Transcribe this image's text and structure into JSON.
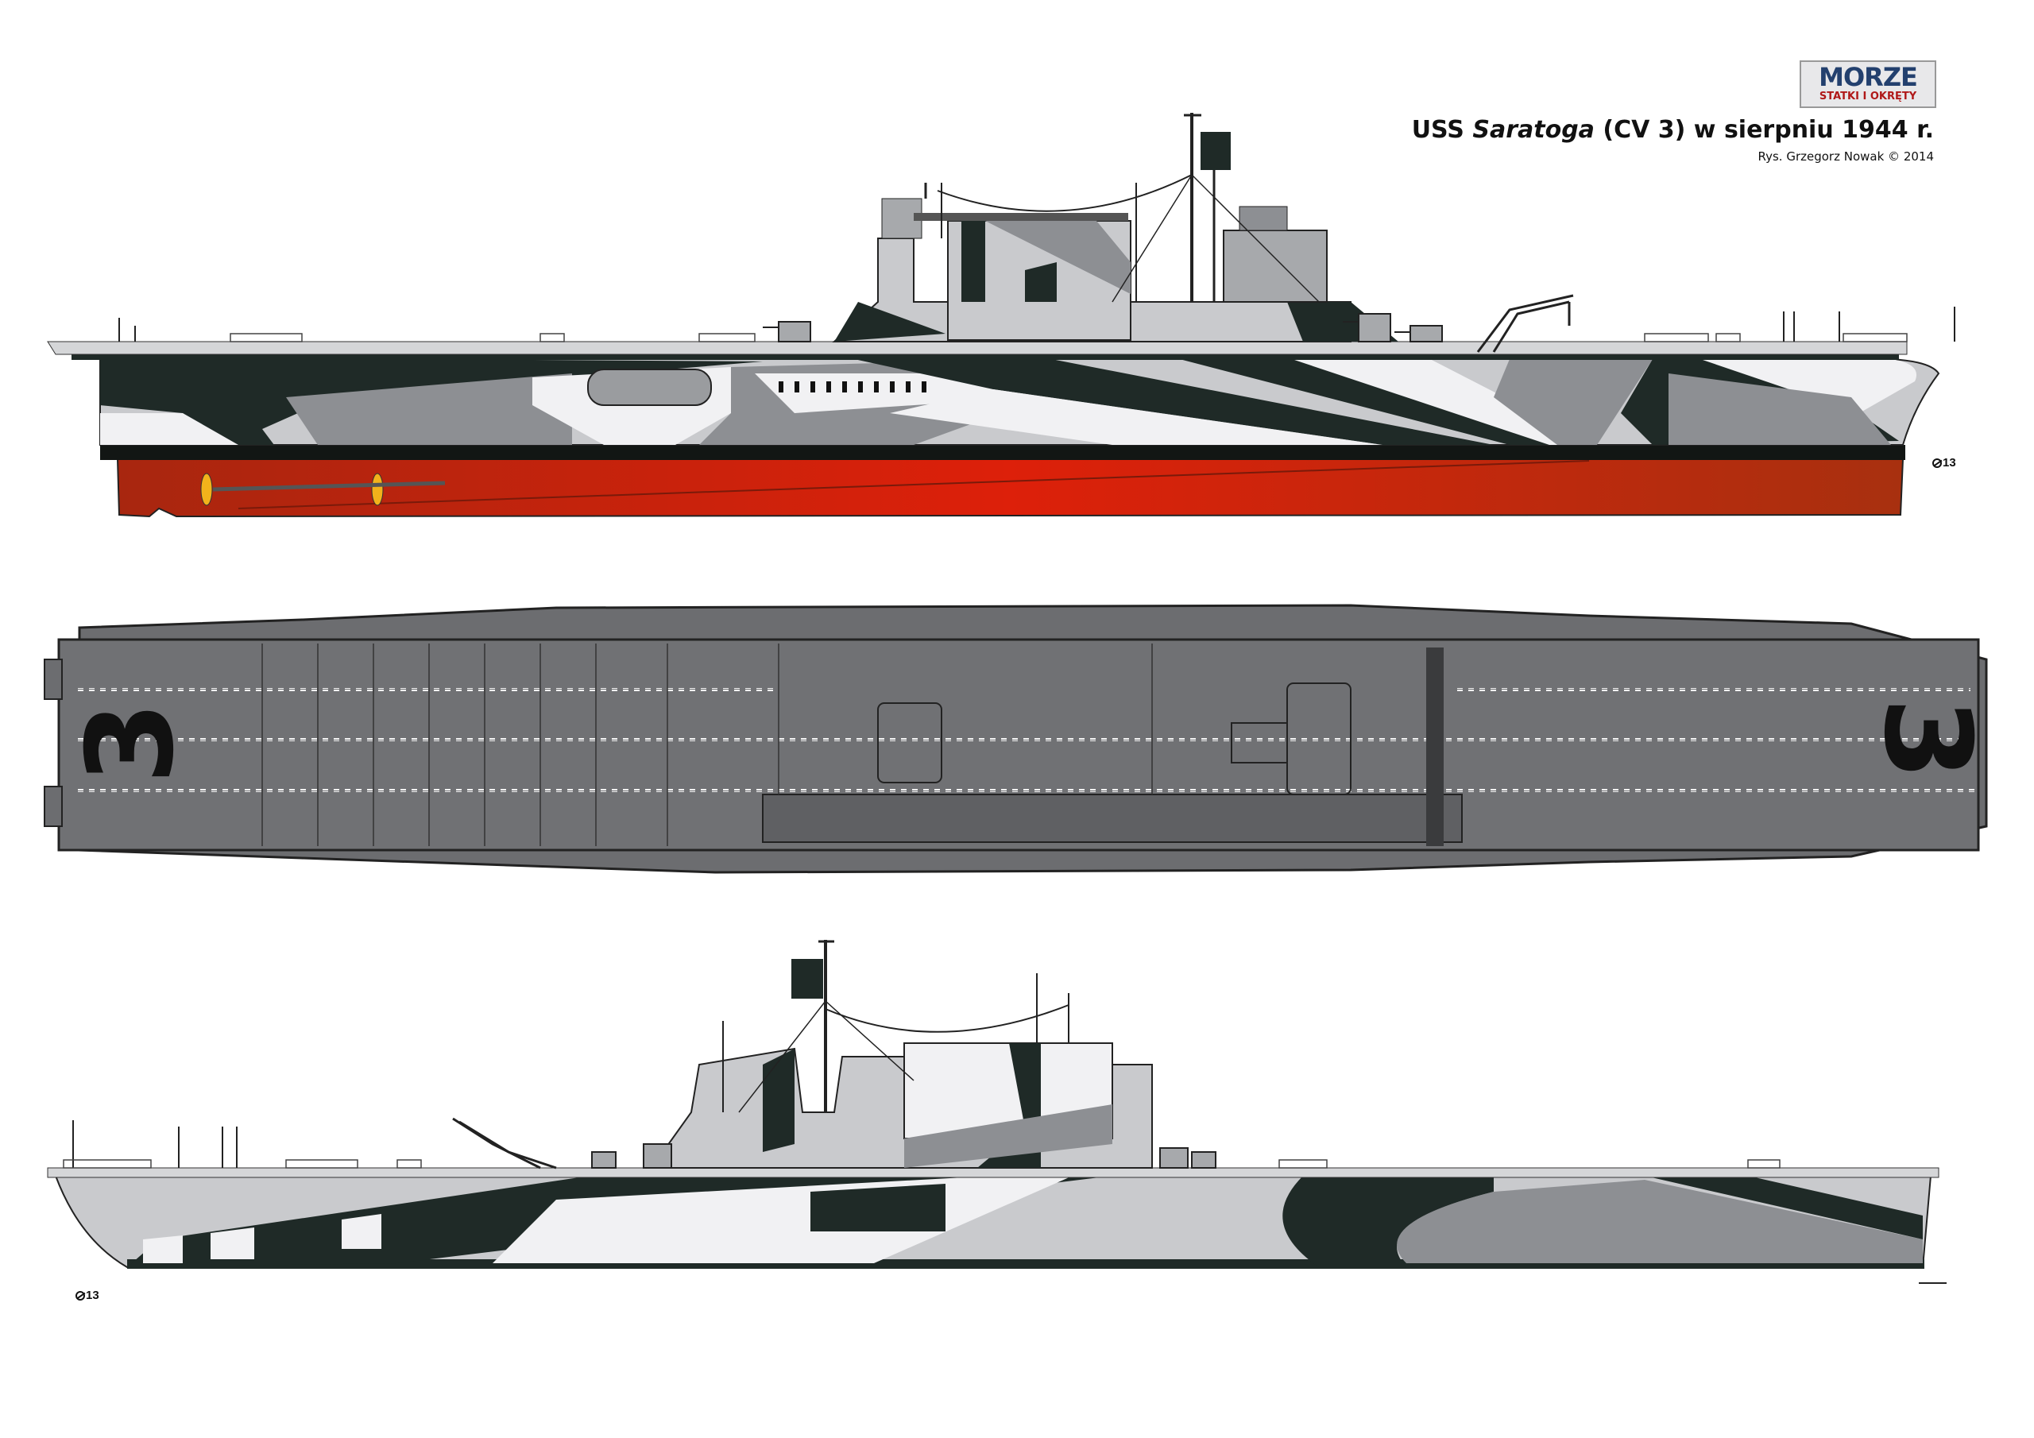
{
  "logo": {
    "main": "MORZE",
    "sub": "STATKI I OKRĘTY"
  },
  "title": {
    "prefix": "USS ",
    "ship_name": "Saratoga",
    "suffix": " (CV 3) w sierpniu 1944 r."
  },
  "credit": "Rys. Grzegorz Nowak © 2014",
  "views": {
    "starboard": {
      "scale_label": "13"
    },
    "plan": {
      "deck_number": "3"
    },
    "port": {
      "scale_label": "13"
    }
  },
  "colors": {
    "dark": "#1f2a27",
    "mid_gray": "#8d8f93",
    "light_gray": "#c9cacd",
    "white": "#f1f1f3",
    "deck": "#6c6d70",
    "hull_red": "#cf2410",
    "boot_top": "#121614"
  }
}
